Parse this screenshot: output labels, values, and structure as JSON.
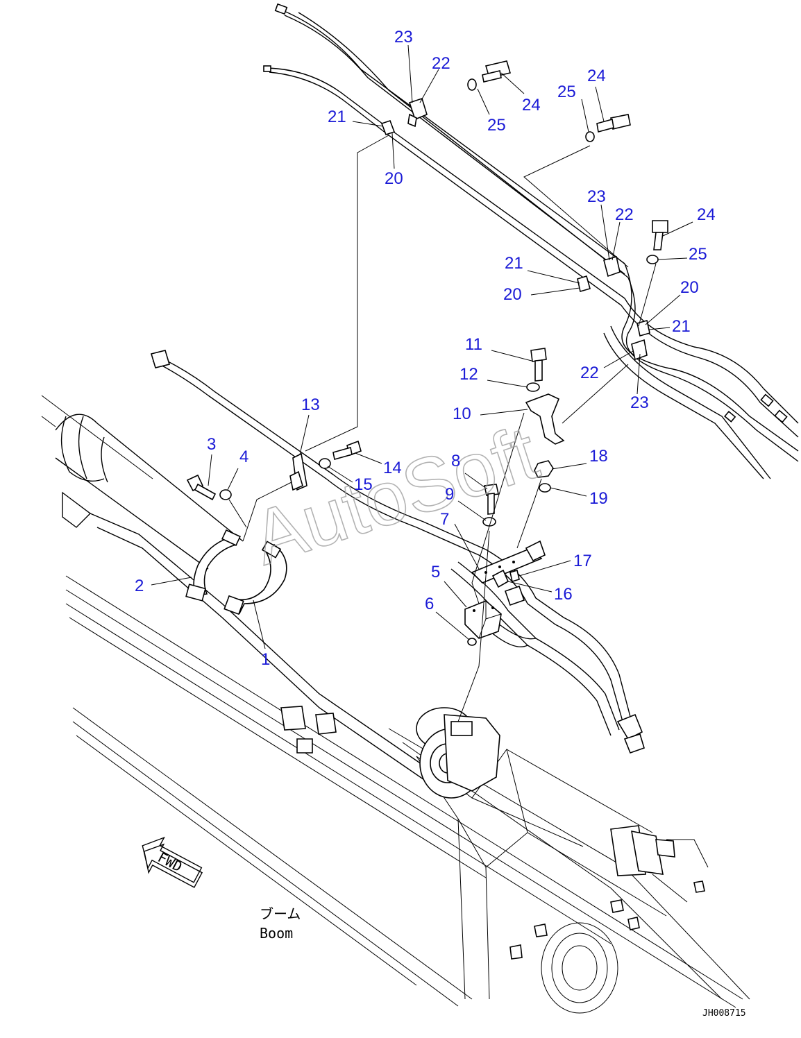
{
  "watermark": "AutoSoft",
  "fwd_label": "FWD",
  "boom_label_jp": "ブーム",
  "boom_label_en": "Boom",
  "drawing_number": "JH008715",
  "callout_color": "#1a1ad6",
  "callouts": {
    "c1": "1",
    "c2": "2",
    "c3": "3",
    "c4": "4",
    "c5": "5",
    "c6": "6",
    "c7": "7",
    "c8": "8",
    "c9": "9",
    "c10": "10",
    "c11": "11",
    "c12": "12",
    "c13": "13",
    "c14": "14",
    "c15": "15",
    "c16": "16",
    "c17": "17",
    "c18": "18",
    "c19": "19",
    "c20a": "20",
    "c20b": "20",
    "c20c": "20",
    "c21a": "21",
    "c21b": "21",
    "c21c": "21",
    "c22a": "22",
    "c22b": "22",
    "c22c": "22",
    "c23a": "23",
    "c23b": "23",
    "c23c": "23",
    "c24a": "24",
    "c24b": "24",
    "c24c": "24",
    "c25a": "25",
    "c25b": "25",
    "c25c": "25"
  }
}
